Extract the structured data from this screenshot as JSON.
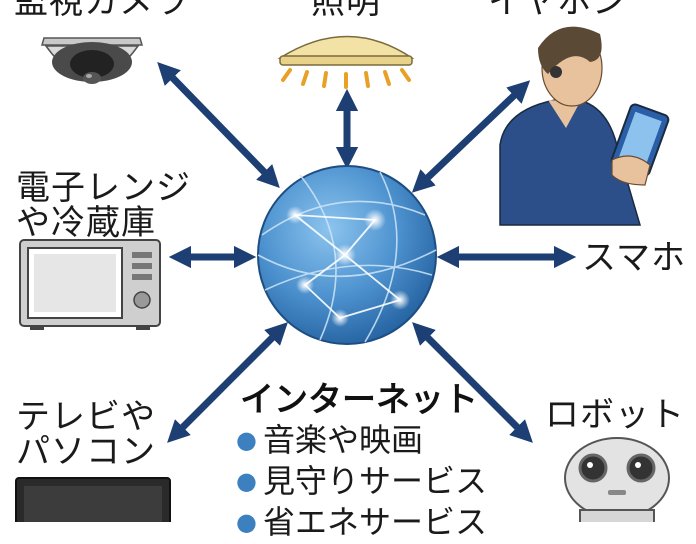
{
  "devices": {
    "camera": "監視カメラ",
    "light": "照明",
    "earphone": "イヤホン",
    "microwave_line1": "電子レンジ",
    "microwave_line2": "や冷蔵庫",
    "smartphone": "スマホ",
    "tv_line1": "テレビや",
    "tv_line2": "パソコン",
    "robot": "ロボット"
  },
  "center": {
    "title": "インターネット",
    "services": [
      "音楽や映画",
      "見守りサービス",
      "省エネサービス"
    ]
  },
  "colors": {
    "arrow": "#1d3f73",
    "globe": "#3f86c6",
    "bullet": "#3d80c0"
  }
}
